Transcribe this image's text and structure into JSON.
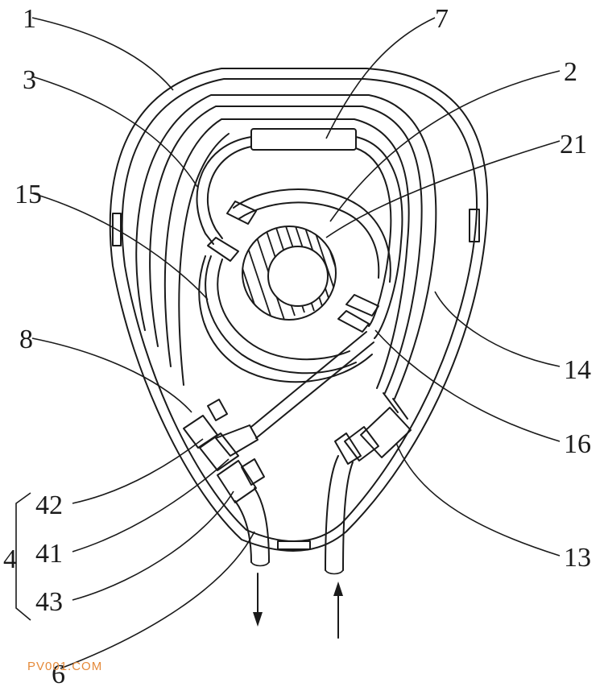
{
  "labels": {
    "l1": "1",
    "l2": "2",
    "l3": "3",
    "l4": "4",
    "l6": "6",
    "l7": "7",
    "l8": "8",
    "l13": "13",
    "l14": "14",
    "l15": "15",
    "l16": "16",
    "l21": "21",
    "l41": "41",
    "l42": "42",
    "l43": "43"
  },
  "watermark": "PV001.COM",
  "colors": {
    "line": "#1a1a1a",
    "watermark": "#e58a3a",
    "background": "#ffffff"
  }
}
